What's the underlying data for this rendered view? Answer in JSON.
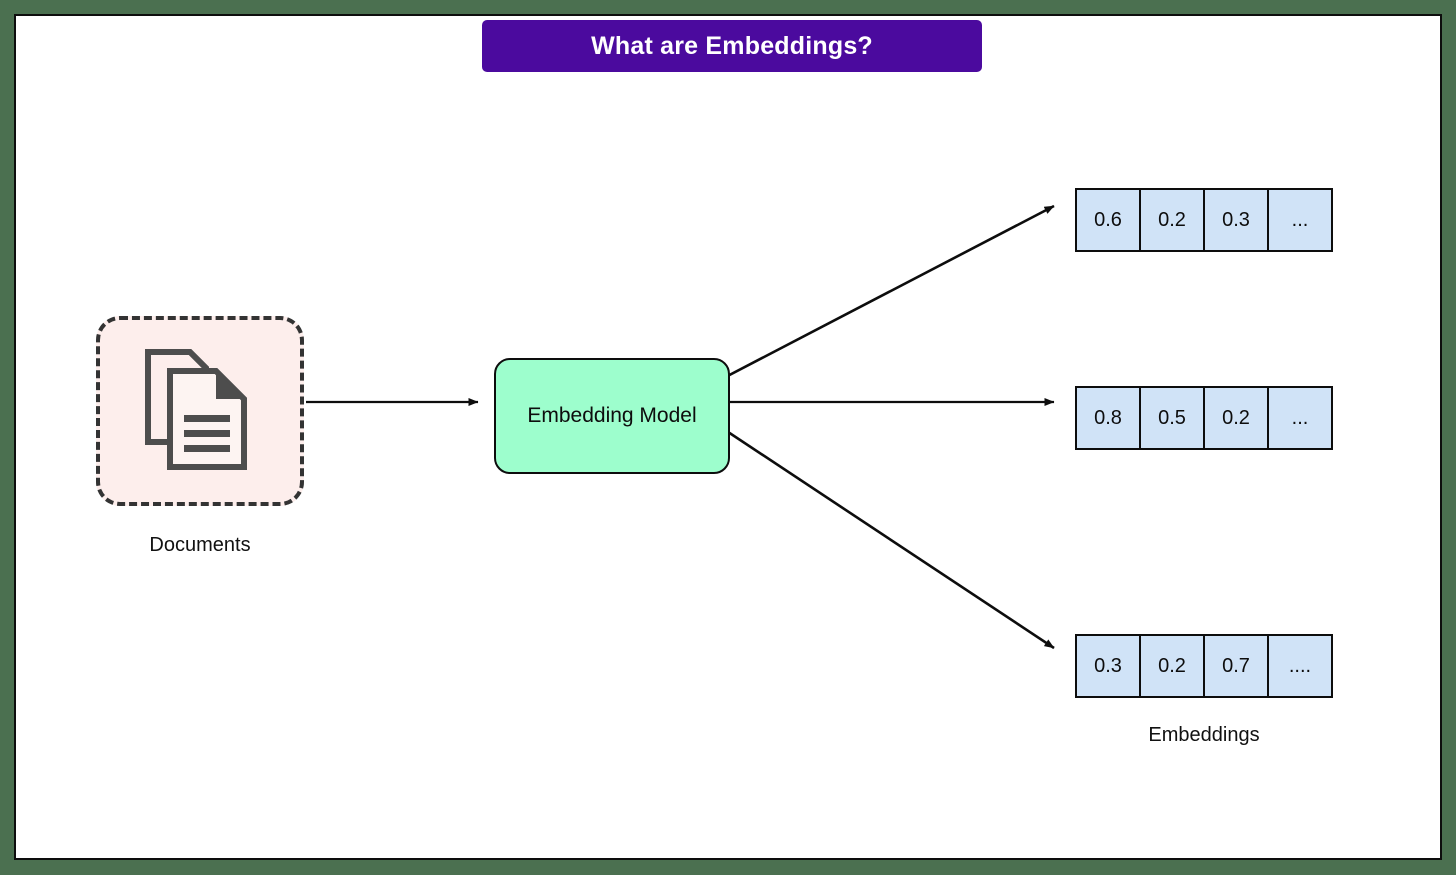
{
  "title": {
    "text": "What are Embeddings?",
    "background": "#4b0a9e",
    "color": "#ffffff"
  },
  "canvas": {
    "background": "#ffffff",
    "outer_background": "#4b7050",
    "border_color": "#0d0d0d"
  },
  "documents": {
    "label": "Documents",
    "icon": "documents-stack-icon",
    "fill": "#fdeeec",
    "border_color": "#333333",
    "border_style": "dashed"
  },
  "model": {
    "label": "Embedding Model",
    "fill": "#9dfecd",
    "border_color": "#0d0d0d"
  },
  "embeddings": {
    "label": "Embeddings",
    "cell_fill": "#d0e3f7",
    "border_color": "#0d0d0d",
    "vectors": [
      {
        "cells": [
          "0.6",
          "0.2",
          "0.3",
          "..."
        ]
      },
      {
        "cells": [
          "0.8",
          "0.5",
          "0.2",
          "..."
        ]
      },
      {
        "cells": [
          "0.3",
          "0.2",
          "0.7",
          "...."
        ]
      }
    ]
  },
  "arrows": [
    {
      "name": "arrow-documents-to-model",
      "from": "documents",
      "to": "model"
    },
    {
      "name": "arrow-model-to-vector-1",
      "from": "model",
      "to": "vector-row-0"
    },
    {
      "name": "arrow-model-to-vector-2",
      "from": "model",
      "to": "vector-row-1"
    },
    {
      "name": "arrow-model-to-vector-3",
      "from": "model",
      "to": "vector-row-2"
    }
  ]
}
